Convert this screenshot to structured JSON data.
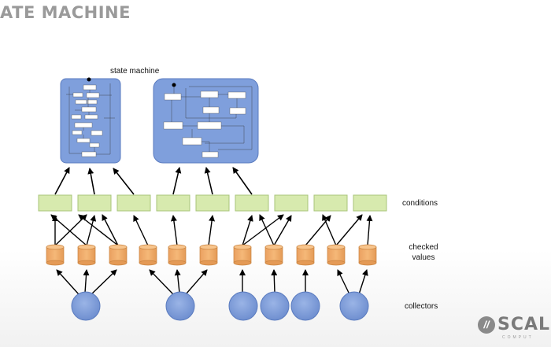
{
  "slide": {
    "title": "ATE MACHINE",
    "state_machine_label": "state machine",
    "labels": {
      "conditions": "conditions",
      "checked_line1": "checked",
      "checked_line2": "values",
      "collectors": "collectors"
    },
    "logo": {
      "text": "SCAL",
      "subtext": "COMPUT"
    }
  },
  "colors": {
    "state_machine_fill": "#7f9fdc",
    "condition_fill": "#d7eaae",
    "checked_value_fill": "#f2ad66",
    "collector_fill": "#7f9fdc",
    "arrow": "#000000"
  }
}
